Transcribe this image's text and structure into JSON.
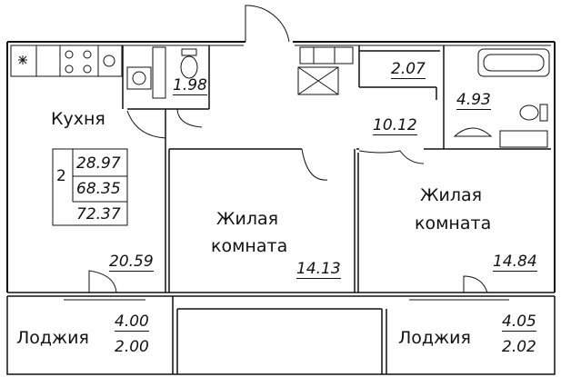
{
  "rooms": {
    "kitchen": {
      "label": "Кухня",
      "area": "20.59"
    },
    "bath_small": {
      "area": "1.98"
    },
    "bath_mid": {
      "area": "2.07"
    },
    "bath_large": {
      "area": "4.93"
    },
    "hall": {
      "area": "10.12"
    },
    "living1": {
      "label_line1": "Жилая",
      "label_line2": "комната",
      "area": "14.13"
    },
    "living2": {
      "label_line1": "Жилая",
      "label_line2": "комната",
      "area": "14.84"
    },
    "loggia1": {
      "label": "Лоджия",
      "area_top": "4.00",
      "area_bottom": "2.00"
    },
    "loggia2": {
      "label": "Лоджия",
      "area_top": "4.05",
      "area_bottom": "2.02"
    }
  },
  "summary": {
    "rooms_count": "2",
    "living_area": "28.97",
    "total_area": "68.35",
    "total_with_loggia": "72.37"
  },
  "colors": {
    "wall": "#111111",
    "background": "#ffffff"
  }
}
